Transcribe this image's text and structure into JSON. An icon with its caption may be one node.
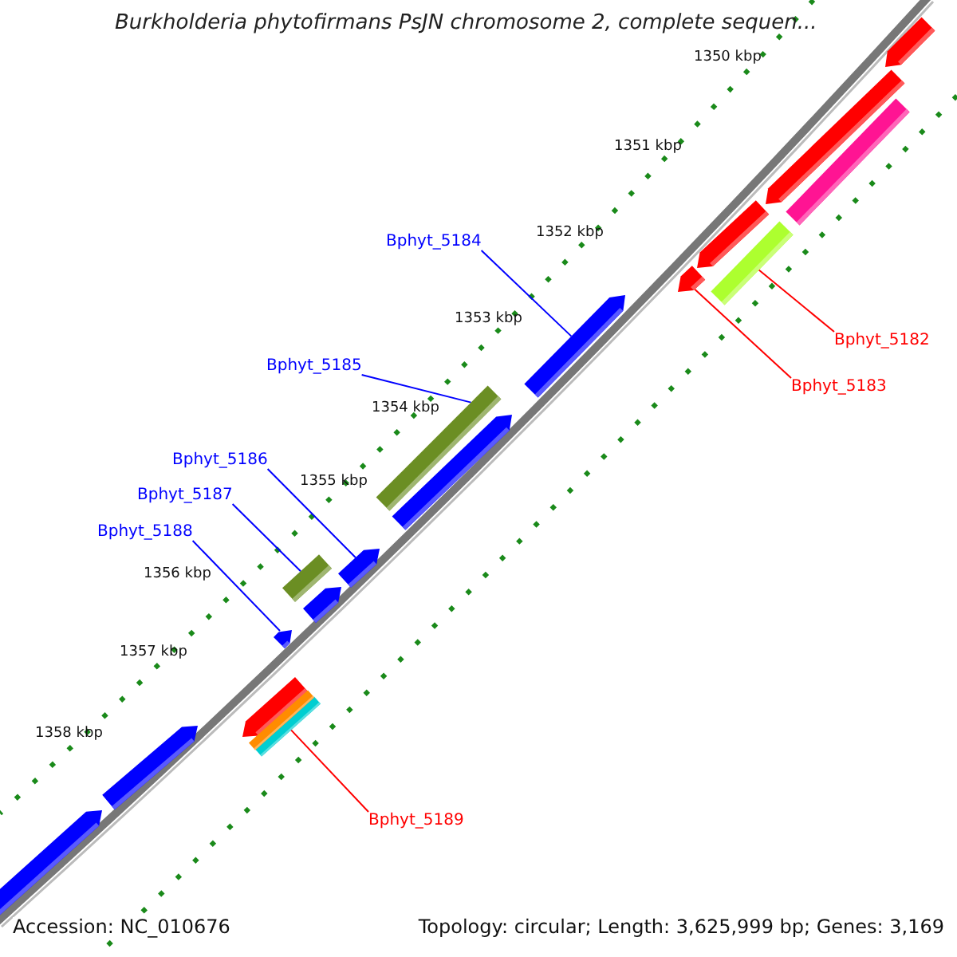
{
  "diagram": {
    "title": "Burkholderia phytofirmans PsJN chromosome 2, complete sequen...",
    "nodes": [
      {
        "text": [
          "Bphyt_5184"
        ]
      },
      {
        "text": [],
        "shape": "arrow"
      },
      {
        "text": [
          "Bphyt_5182"
        ]
      },
      {
        "text": [],
        "shape": "bar"
      },
      {
        "text": [
          "Bphyt_5183"
        ]
      },
      {
        "text": [],
        "shape": "arrow"
      },
      {
        "text": [
          "Bphyt_5185"
        ]
      },
      {
        "text": [],
        "shape": "bar"
      },
      {
        "text": [
          "Bphyt_5186"
        ]
      },
      {
        "text": [],
        "shape": "arrow"
      },
      {
        "text": [
          "Bphyt_5187"
        ]
      },
      {
        "text": [],
        "shape": "bar"
      },
      {
        "text": [
          "Bphyt_5188"
        ]
      },
      {
        "text": [],
        "shape": "arrow"
      },
      {
        "text": [
          "Bphyt_5189"
        ]
      },
      {
        "text": [],
        "shape": "bar"
      },
      {
        "text": [],
        "shape": "arrow"
      },
      {
        "text": [],
        "shape": "arrow"
      },
      {
        "text": [],
        "shape": "bar"
      },
      {
        "text": [],
        "shape": "arrow"
      },
      {
        "text": [],
        "shape": "arrow"
      },
      {
        "text": [],
        "shape": "arrow"
      },
      {
        "text": [],
        "shape": "arrow"
      },
      {
        "text": [],
        "shape": "bar"
      },
      {
        "text": [],
        "shape": "arrow"
      },
      {
        "text": [],
        "shape": "arrow"
      }
    ],
    "edges": [
      {
        "from": 0,
        "to": 1,
        "arrow": "none"
      },
      {
        "from": 2,
        "to": 3,
        "arrow": "none",
        "color": "#ff0000"
      },
      {
        "from": 4,
        "to": 5,
        "arrow": "none",
        "color": "#ff0000"
      },
      {
        "from": 6,
        "to": 7,
        "arrow": "none"
      },
      {
        "from": 8,
        "to": 9,
        "arrow": "none"
      },
      {
        "from": 10,
        "to": 11,
        "arrow": "none"
      },
      {
        "from": 12,
        "to": 13,
        "arrow": "none"
      },
      {
        "from": 14,
        "to": 15,
        "arrow": "none",
        "color": "#ff0000"
      }
    ],
    "labels": [
      "1350 kbp",
      "1351 kbp",
      "1352 kbp",
      "1353 kbp",
      "1354 kbp",
      "1355 kbp",
      "1356 kbp",
      "1357 kbp",
      "1358 kbp",
      "Accession: NC_010676",
      "Topology: circular; Length: 3,625,999 bp; Genes: 3,169"
    ]
  }
}
